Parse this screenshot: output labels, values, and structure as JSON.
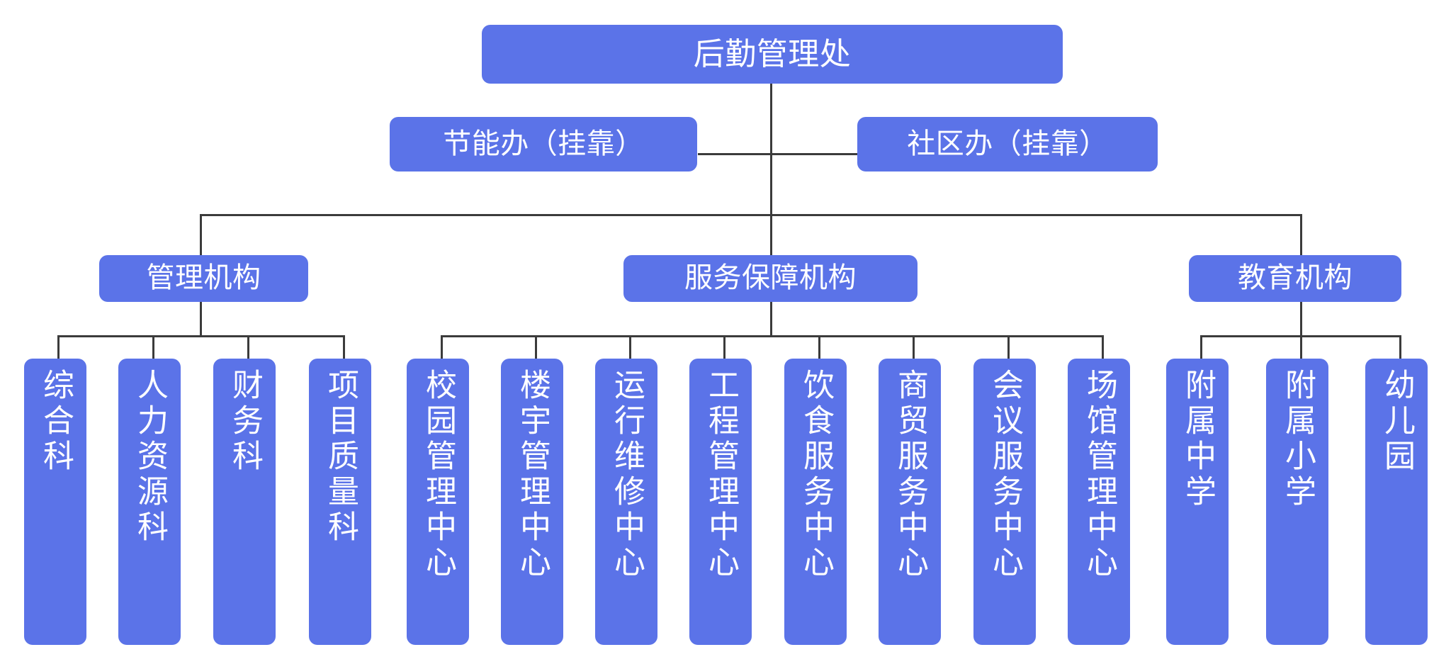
{
  "chart": {
    "title_node": {
      "label": "后勤管理处"
    },
    "aux_nodes": [
      {
        "label": "节能办（挂靠）"
      },
      {
        "label": "社区办（挂靠）"
      }
    ],
    "groups": [
      {
        "label": "管理机构",
        "children": [
          {
            "label": "综合科"
          },
          {
            "label": "人力资源科"
          },
          {
            "label": "财务科"
          },
          {
            "label": "项目质量科"
          }
        ]
      },
      {
        "label": "服务保障机构",
        "children": [
          {
            "label": "校园管理中心"
          },
          {
            "label": "楼宇管理中心"
          },
          {
            "label": "运行维修中心"
          },
          {
            "label": "工程管理中心"
          },
          {
            "label": "饮食服务中心"
          },
          {
            "label": "商贸服务中心"
          },
          {
            "label": "会议服务中心"
          },
          {
            "label": "场馆管理中心"
          }
        ]
      },
      {
        "label": "教育机构",
        "children": [
          {
            "label": "附属中学"
          },
          {
            "label": "附属小学"
          },
          {
            "label": "幼儿园"
          }
        ]
      }
    ],
    "colors": {
      "node_fill": "#5B73E8",
      "node_text": "#FFFFFF",
      "connector": "#3B3B3B",
      "background": "#FFFFFF"
    }
  }
}
